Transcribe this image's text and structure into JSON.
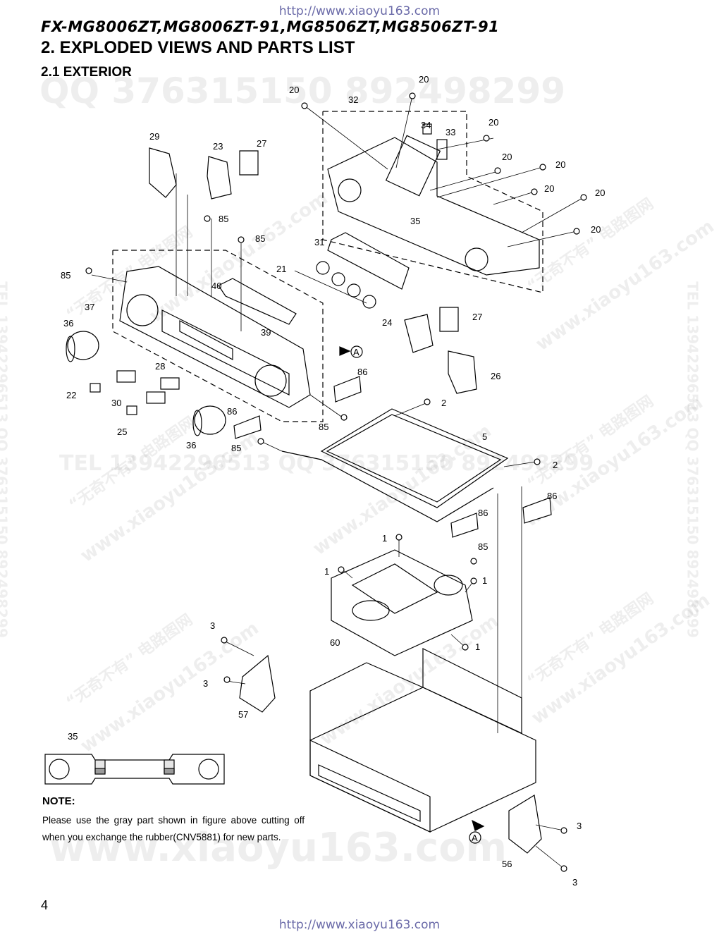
{
  "header": {
    "url_top": "http://www.xiaoyu163.com",
    "model_line": "FX-MG8006ZT,MG8006ZT-91,MG8506ZT,MG8506ZT-91",
    "title": "2. EXPLODED VIEWS AND PARTS LIST",
    "section": "2.1 EXTERIOR"
  },
  "watermarks": {
    "qq": "QQ 376315150  892498299",
    "tel": "TEL 13942296513  QQ 376315150  892498299",
    "site": "www.xiaoyu163.com",
    "cn": "“无奇不有” 电路图网",
    "side": "TEL 13942296513  QQ 376315150  892498299"
  },
  "callouts": [
    "20",
    "32",
    "34",
    "33",
    "29",
    "23",
    "27",
    "85",
    "31",
    "35",
    "21",
    "40",
    "37",
    "36",
    "39",
    "24",
    "22",
    "28",
    "30",
    "25",
    "26",
    "86",
    "2",
    "5",
    "1",
    "60",
    "3",
    "57",
    "56",
    "A"
  ],
  "inset": {
    "label": "35"
  },
  "note": {
    "title": "NOTE:",
    "text": "Please use the gray part shown in figure above cutting off when you exchange the rubber(CNV5881) for new parts."
  },
  "footer": {
    "page_number": "4",
    "url_bottom": "http://www.xiaoyu163.com"
  }
}
